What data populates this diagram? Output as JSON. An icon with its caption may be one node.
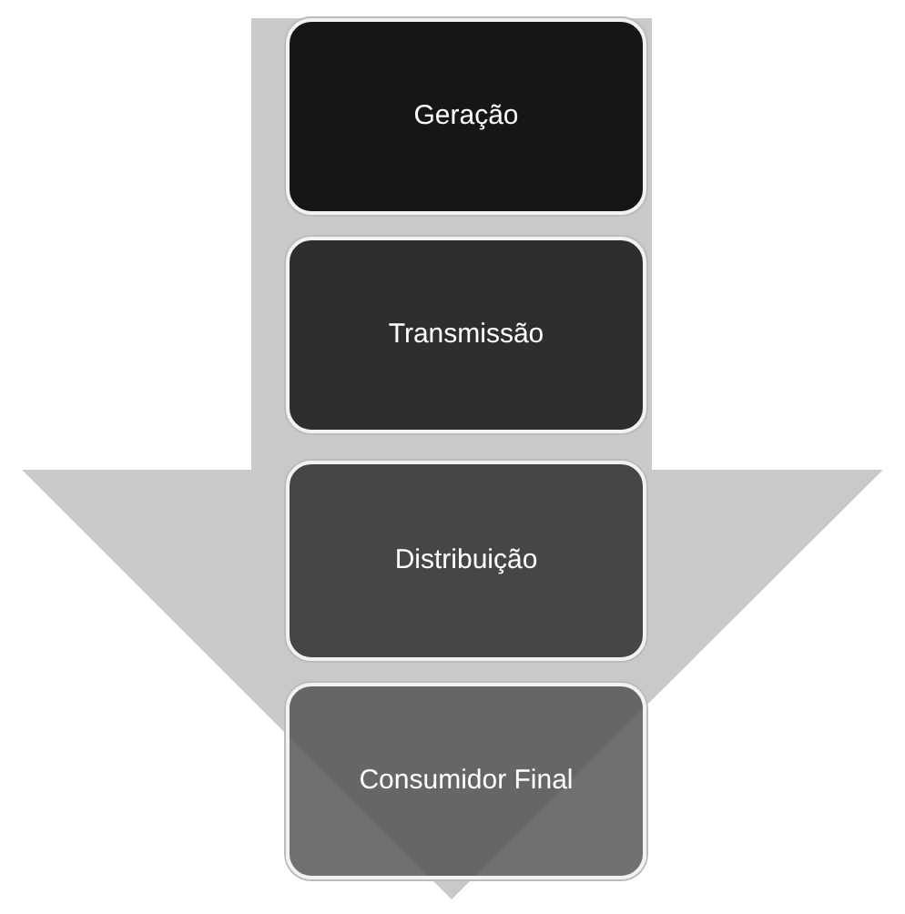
{
  "diagram": {
    "nodes": [
      {
        "text": [
          "Geração"
        ]
      },
      {
        "text": [
          "Transmissão"
        ]
      },
      {
        "text": [
          "Distribuição"
        ]
      },
      {
        "text": [
          "Consumidor Final"
        ]
      }
    ],
    "edges": [
      {
        "from": 0,
        "to": 3,
        "arrow": "to"
      }
    ]
  }
}
